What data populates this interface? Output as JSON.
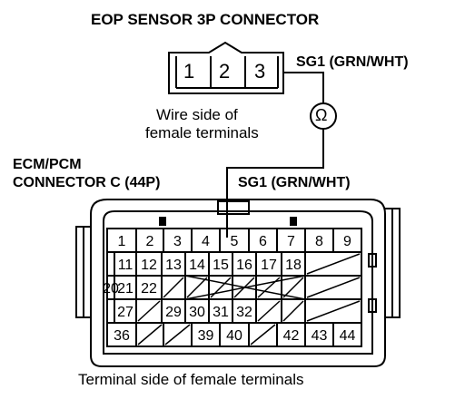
{
  "eop_connector": {
    "title": "EOP SENSOR 3P CONNECTOR",
    "pins": [
      "1",
      "2",
      "3"
    ],
    "wire_label": "SG1 (GRN/WHT)",
    "side_note_line1": "Wire side of",
    "side_note_line2": "female terminals"
  },
  "meter_symbol": "Ω",
  "ecm_connector": {
    "title_line1": "ECM/PCM",
    "title_line2": "CONNECTOR C (44P)",
    "wire_label": "SG1 (GRN/WHT)",
    "rows": [
      [
        "1",
        "2",
        "3",
        "4",
        "5",
        "6",
        "7",
        "8",
        "9"
      ],
      [
        "",
        "11",
        "12",
        "13",
        "14",
        "15",
        "16",
        "17",
        "18",
        ""
      ],
      [
        "20",
        "21",
        "22",
        "",
        "",
        "",
        "",
        "",
        "",
        ""
      ],
      [
        "",
        "27",
        "",
        "29",
        "30",
        "31",
        "32",
        "",
        "",
        ""
      ],
      [
        "36",
        "",
        "",
        "39",
        "40",
        "",
        "42",
        "43",
        "44"
      ]
    ],
    "side_note": "Terminal side of female terminals"
  }
}
